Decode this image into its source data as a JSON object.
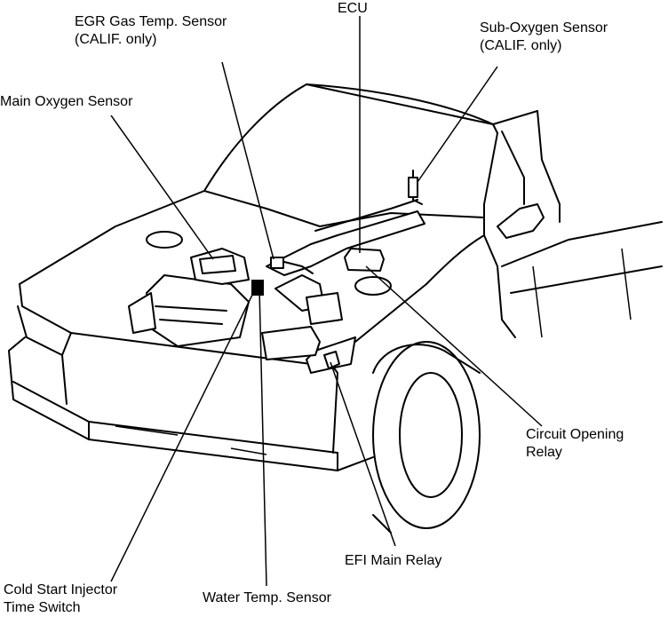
{
  "labels": {
    "ecu": "ECU",
    "egr_line1": "EGR Gas Temp. Sensor",
    "egr_line2": "(CALIF. only)",
    "sub_oxygen_line1": "Sub-Oxygen Sensor",
    "sub_oxygen_line2": "(CALIF. only)",
    "main_oxygen": "Main Oxygen Sensor",
    "circuit_opening_line1": "Circuit Opening",
    "circuit_opening_line2": "Relay",
    "efi_main_relay": "EFI Main Relay",
    "cold_start_line1": "Cold Start Injector",
    "cold_start_line2": "Time Switch",
    "water_temp": "Water Temp. Sensor"
  }
}
